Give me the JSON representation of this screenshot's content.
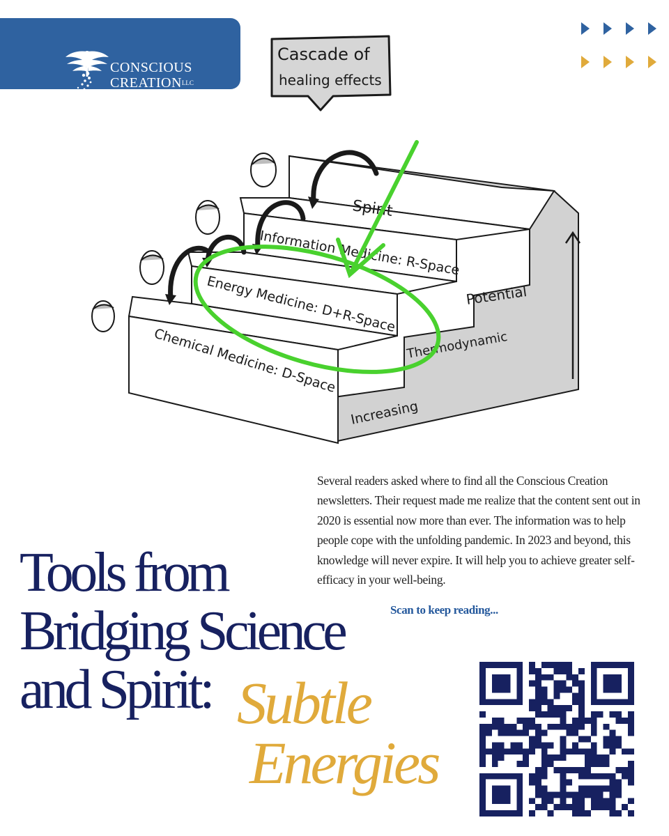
{
  "brand": {
    "name_line1": "CONSCIOUS",
    "name_line2": "CREATION",
    "suffix": "LLC",
    "color": "#2f62a0"
  },
  "decor": {
    "arrow_colors": [
      "#2f62a0",
      "#e0aa3b"
    ],
    "arrow_icon": "triangle-right-icon"
  },
  "illustration": {
    "callout": [
      "Cascade of",
      "healing effects"
    ],
    "steps": [
      "Spirit",
      "Information Medicine: R-Space",
      "Energy Medicine: D+R-Space",
      "Chemical Medicine: D-Space"
    ],
    "side_labels": [
      "Potential",
      "Thermodynamic",
      "Increasing"
    ],
    "highlight_color": "#49d12e"
  },
  "intro_text": "Several readers asked where to find all the Conscious Creation newsletters. Their request made me realize that the content sent out in 2020 is essential now more than ever. The information was to help people cope with the unfolding pandemic. In 2023 and beyond, this knowledge will never expire. It will help you to achieve greater self-efficacy in your well-being.",
  "cta": "Scan to keep reading...",
  "title": {
    "line1": "Tools from",
    "line2": "Bridging Science",
    "line3": "and Spirit:",
    "accent_line1": "Subtle",
    "accent_line2": "Energies",
    "color": "#172160",
    "accent_color": "#e0aa3b"
  },
  "qr_icon": "qr-code-icon"
}
